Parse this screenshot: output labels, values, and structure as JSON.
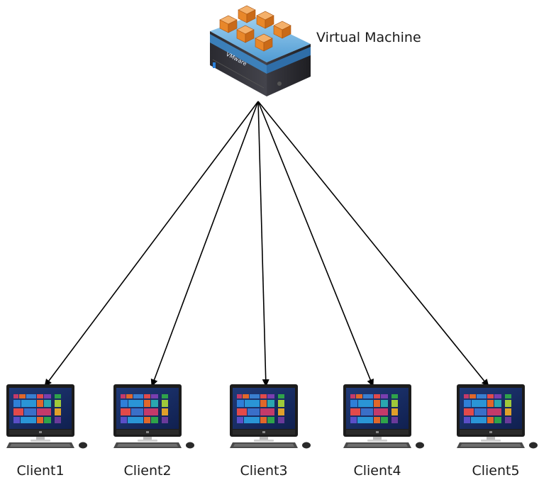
{
  "server": {
    "label": "Virtual Machine",
    "brand_text": "VMware",
    "icon": "virtual-machine-server-icon"
  },
  "clients": [
    {
      "label": "Client1",
      "icon": "desktop-computer-icon"
    },
    {
      "label": "Client2",
      "icon": "desktop-computer-icon"
    },
    {
      "label": "Client3",
      "icon": "desktop-computer-icon"
    },
    {
      "label": "Client4",
      "icon": "desktop-computer-icon"
    },
    {
      "label": "Client5",
      "icon": "desktop-computer-icon"
    }
  ],
  "colors": {
    "arrow": "#000000",
    "vm_box": "#e8872a",
    "server_top": "#6fb3e0",
    "server_body": "#2e2e34",
    "monitor_bezel": "#1c1c1c"
  }
}
